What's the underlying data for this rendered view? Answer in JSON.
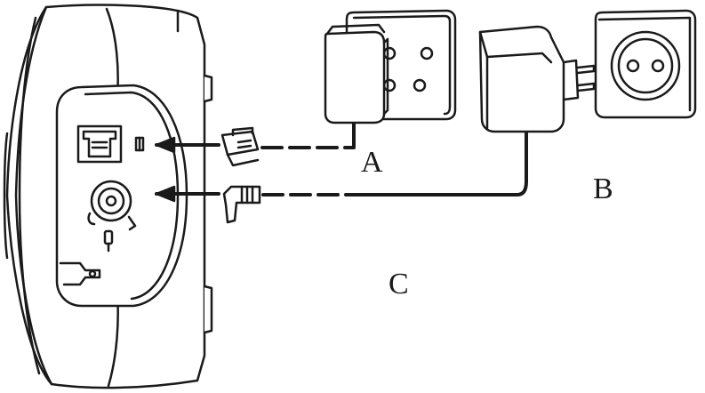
{
  "diagram": {
    "labels": {
      "a": "A",
      "b": "B",
      "c": "C"
    },
    "colors": {
      "line": "#1a1a1a",
      "fill": "#ffffff",
      "background": "#ffffff"
    },
    "icons": [
      "base-station-icon",
      "phone-jack-icon",
      "power-jack-icon",
      "phone-plug-icon",
      "power-plug-icon",
      "phone-wall-socket-icon",
      "phone-adapter-icon",
      "power-adapter-icon",
      "power-wall-socket-icon"
    ]
  }
}
